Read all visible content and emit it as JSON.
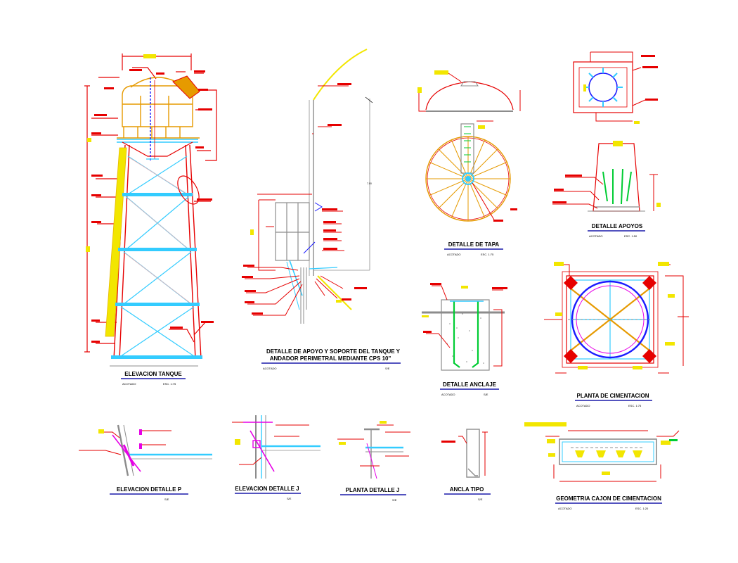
{
  "colors": {
    "red": "#e60000",
    "orange": "#e69a00",
    "yellow": "#f2e600",
    "cyan": "#33ccff",
    "green": "#00cc33",
    "blue": "#1a1aff",
    "magenta": "#e600e6",
    "gray": "#8c8c8c",
    "title_underline": "#1a1aaa"
  },
  "details": {
    "elevacion_tanque": "ELEVACION TANQUE",
    "apoyo_soporte_line1": "DETALLE DE APOYO Y SOPORTE DEL TANQUE Y",
    "apoyo_soporte_line2": "ANDADOR PERIMETRAL MEDIANTE CPS 10\"",
    "detalle_tapa": "DETALLE DE TAPA",
    "detalle_apoyos": "DETALLE APOYOS",
    "detalle_anclaje": "DETALLE ANCLAJE",
    "planta_cimentacion": "PLANTA DE CIMENTACION",
    "elevacion_detalle_p": "ELEVACION DETALLE P",
    "elevacion_detalle_j": "ELEVACION DETALLE J",
    "planta_detalle_j": "PLANTA DETALLE J",
    "ancla_tipo": "ANCLA TIPO",
    "geometria_cajon": "GEOMETRIA CAJON DE CIMENTACION"
  },
  "subnotes": {
    "acot_mts": "ACOTADO",
    "esc_1_75": "ESC. 1:75",
    "s_e": "S/E",
    "esc_1_50": "ESC. 1:50",
    "esc_1_20": "ESC. 1:20"
  }
}
